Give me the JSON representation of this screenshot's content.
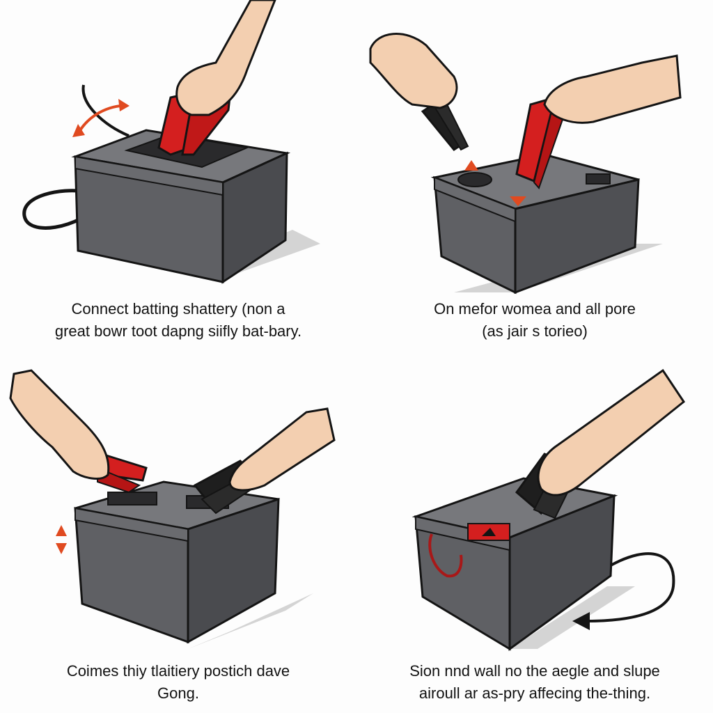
{
  "colors": {
    "battery_front": "#5f6064",
    "battery_top": "#77787c",
    "battery_dark": "#3d3e42",
    "outline": "#141414",
    "clamp_red": "#d41f1f",
    "clamp_black": "#1e1e1e",
    "skin": "#f3cfb0",
    "arrow": "#e04a20",
    "shadow": "#cfcfcf"
  },
  "steps": [
    {
      "line1": "Connect batting shattery (non a",
      "line2": "great bowr toot dapng siifly bat-bary."
    },
    {
      "line1": "On mefor womea and all pore",
      "line2": "(as jair s torieo)"
    },
    {
      "line1": "Coimes thiy tlaitiery postich dave",
      "line2": "Gong."
    },
    {
      "line1": "Sion nnd wall no the aegle and slupe",
      "line2": "airoull ar as-pry affecing the-thing."
    }
  ]
}
